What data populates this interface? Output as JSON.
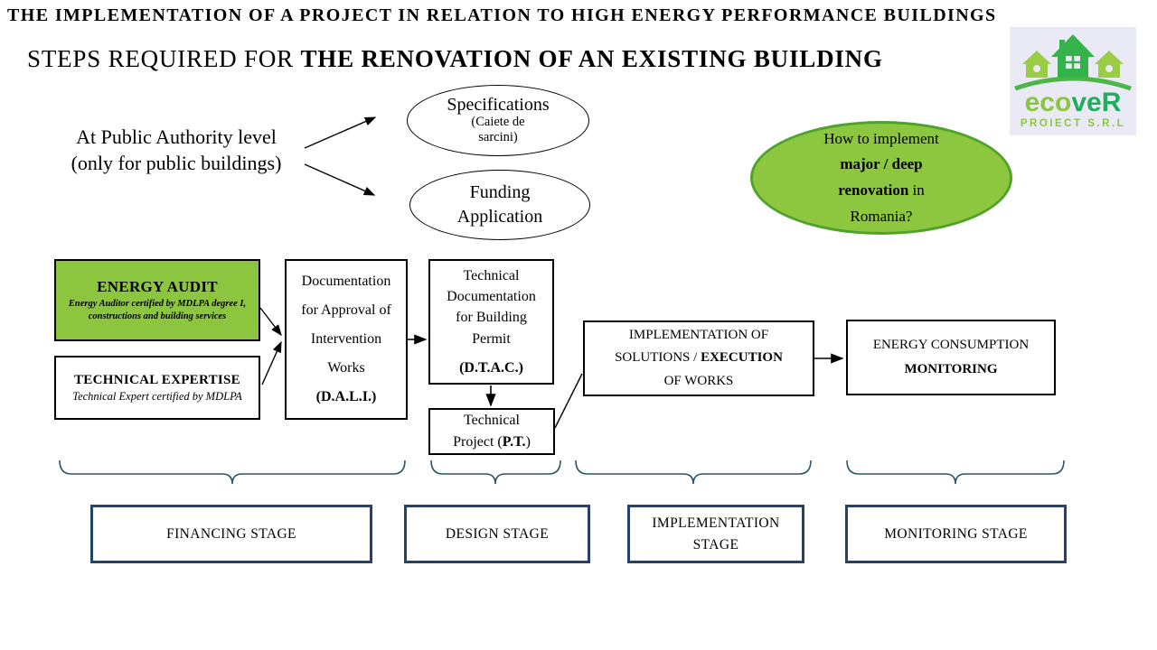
{
  "page": {
    "title": "THE IMPLEMENTATION OF A PROJECT IN RELATION TO HIGH ENERGY PERFORMANCE BUILDINGS",
    "subtitle_prefix": "STEPS REQUIRED FOR ",
    "subtitle_bold": "THE RENOVATION OF AN EXISTING BUILDING"
  },
  "logo": {
    "text_light": "eco",
    "text_dark": "veR",
    "subtext": "PROIECT S.R.L",
    "colors": {
      "light_green": "#8CC63E",
      "dark_green": "#22AD5C",
      "background": "#E9EAF6"
    }
  },
  "authority": {
    "line1": "At Public Authority level",
    "line2": "(only for public buildings)"
  },
  "specifications_ellipse": {
    "title": "Specifications",
    "sub1": "(Caiete de",
    "sub2": "sarcini)"
  },
  "funding_ellipse": {
    "line1": "Funding",
    "line2": "Application"
  },
  "question_ellipse": {
    "line1": "How to implement",
    "line2_bold": "major / deep",
    "line3_bold": "renovation",
    "line3_rest": " in",
    "line4": "Romania?",
    "fill_color": "#8DC63F",
    "border_color": "#4FA32A"
  },
  "boxes": {
    "energy_audit": {
      "title": "ENERGY AUDIT",
      "sub1": "Energy Auditor certified by MDLPA degree I,",
      "sub2": "constructions and building services",
      "fill_color": "#8CC63E"
    },
    "technical_expertise": {
      "title": "TECHNICAL EXPERTISE",
      "sub": "Technical Expert certified by MDLPA"
    },
    "dali": {
      "l1": "Documentation",
      "l2": "for Approval of",
      "l3": "Intervention",
      "l4": "Works",
      "acronym": "(D.A.L.I.)"
    },
    "dtac": {
      "l1": "Technical",
      "l2": "Documentation",
      "l3": "for Building",
      "l4": "Permit",
      "acronym": "(D.T.A.C.)"
    },
    "technical_project": {
      "l1": "Technical",
      "l2_pre": "Project (",
      "l2_bold": "P.T.",
      "l2_post": ")"
    },
    "implementation": {
      "l1": "IMPLEMENTATION OF",
      "l2_pre": "SOLUTIONS / ",
      "l2_bold": "EXECUTION",
      "l3": "OF WORKS"
    },
    "monitoring": {
      "l1": "ENERGY CONSUMPTION",
      "l2_bold": "MONITORING"
    }
  },
  "stages": [
    {
      "label": "FINANCING STAGE"
    },
    {
      "label": "DESIGN STAGE"
    },
    {
      "label": "IMPLEMENTATION STAGE"
    },
    {
      "label": "MONITORING STAGE"
    }
  ],
  "style_colors": {
    "stage_border": "#24426B",
    "brace": "#2B5468"
  }
}
